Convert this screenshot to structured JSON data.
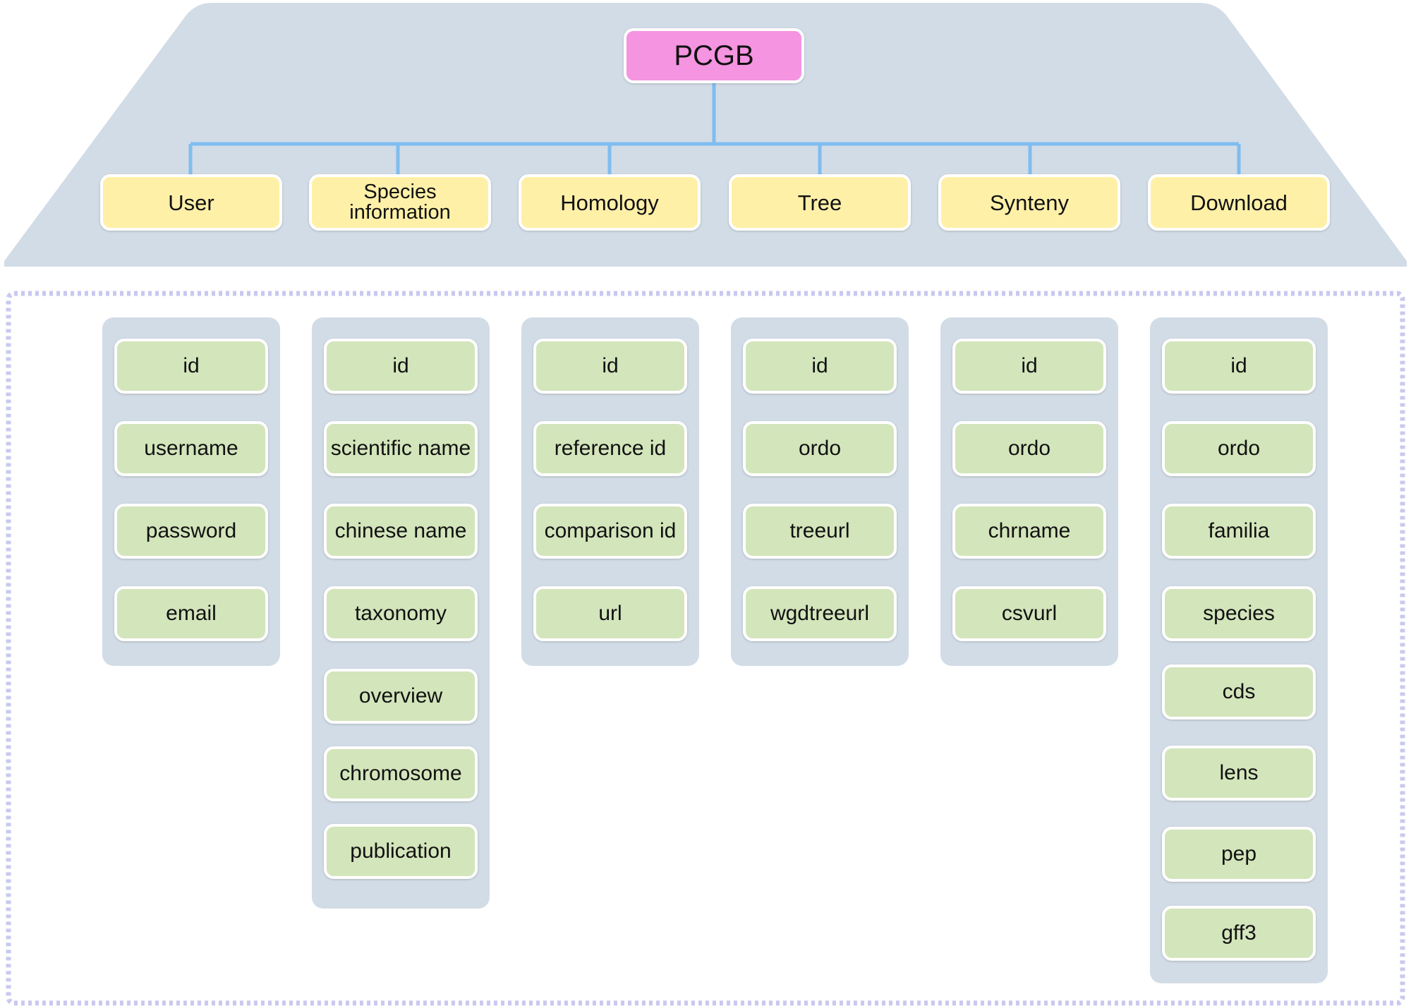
{
  "root": {
    "label": "PCGB"
  },
  "categories": [
    {
      "name": "User",
      "fields": [
        "id",
        "username",
        "password",
        "email"
      ]
    },
    {
      "name": "Species information",
      "fields": [
        "id",
        "scientific name",
        "chinese name",
        "taxonomy",
        "overview",
        "chromosome",
        "publication"
      ]
    },
    {
      "name": "Homology",
      "fields": [
        "id",
        "reference id",
        "comparison id",
        "url"
      ]
    },
    {
      "name": "Tree",
      "fields": [
        "id",
        "ordo",
        "treeurl",
        "wgdtreeurl"
      ]
    },
    {
      "name": "Synteny",
      "fields": [
        "id",
        "ordo",
        "chrname",
        "csvurl"
      ]
    },
    {
      "name": "Download",
      "fields": [
        "id",
        "ordo",
        "familia",
        "species",
        "cds",
        "lens",
        "pep",
        "gff3"
      ]
    }
  ],
  "colors": {
    "house_fill": "#d2dce6",
    "root_fill": "#f594e0",
    "category_fill": "#fff0a8",
    "field_fill": "#d3e5bb",
    "connector": "#7fbdf0",
    "dotted_border": "#c8c8f0"
  }
}
